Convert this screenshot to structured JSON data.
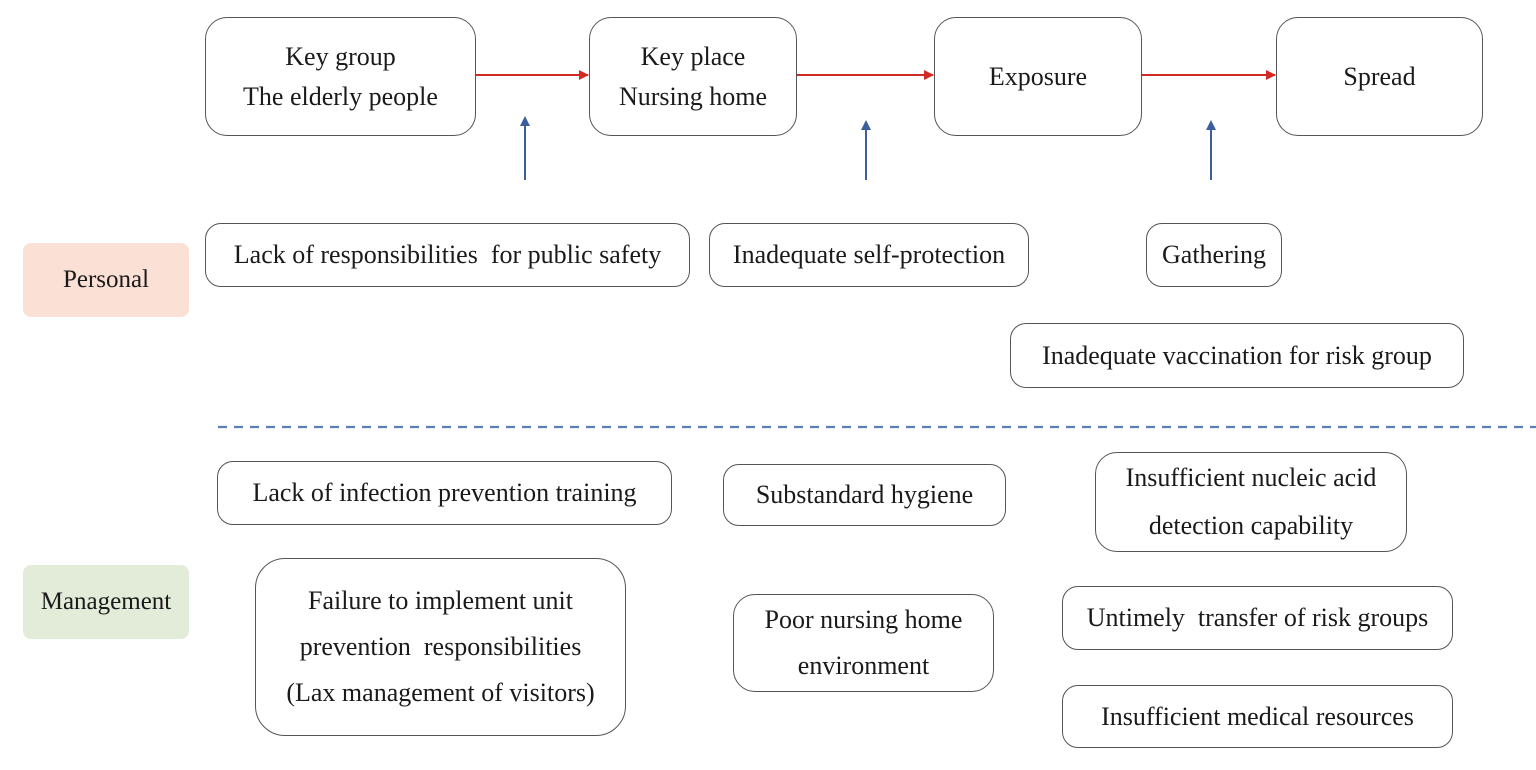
{
  "flow": [
    {
      "lines": [
        "Key group",
        "The elderly people"
      ]
    },
    {
      "lines": [
        "Key place",
        "Nursing home"
      ]
    },
    {
      "lines": [
        "Exposure"
      ]
    },
    {
      "lines": [
        "Spread"
      ]
    }
  ],
  "categories": {
    "personal": {
      "label": "Personal",
      "color": "#fbe0d6"
    },
    "management": {
      "label": "Management",
      "color": "#e2ecd9"
    }
  },
  "personal_factors": [
    "Lack of responsibilities  for public safety",
    "Inadequate self-protection",
    "Gathering",
    "Inadequate vaccination for risk group"
  ],
  "management_factors": {
    "col1": [
      {
        "lines": [
          "Lack of infection prevention training"
        ]
      },
      {
        "lines": [
          "Failure to implement unit",
          "prevention  responsibilities",
          "(Lax management of visitors)"
        ]
      }
    ],
    "col2": [
      {
        "lines": [
          "Substandard hygiene"
        ]
      },
      {
        "lines": [
          "Poor nursing home",
          "environment"
        ]
      }
    ],
    "col3": [
      {
        "lines": [
          "Insufficient nucleic acid",
          "detection capability"
        ]
      },
      {
        "lines": [
          "Untimely  transfer of risk groups"
        ]
      },
      {
        "lines": [
          "Insufficient medical resources"
        ]
      }
    ]
  },
  "colors": {
    "flow_arrow": "#d42a24",
    "influence_arrow": "#3b5e9c",
    "divider": "#5b7fb3",
    "box_border": "#555555"
  }
}
